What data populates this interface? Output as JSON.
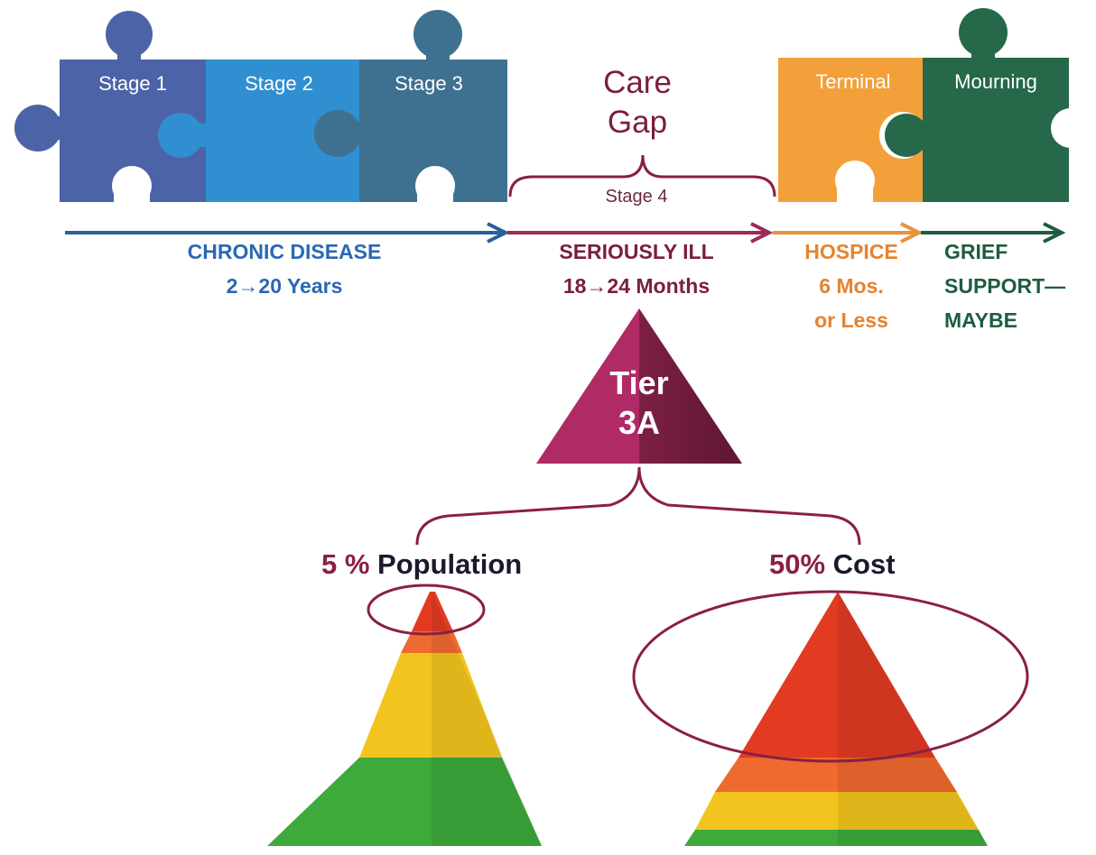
{
  "stages": [
    {
      "label": "Stage 1",
      "color": "#4d63a8"
    },
    {
      "label": "Stage 2",
      "color": "#2f8fd0"
    },
    {
      "label": "Stage 3",
      "color": "#3e7090"
    },
    {
      "label": "Terminal",
      "color": "#f3a03a"
    },
    {
      "label": "Mourning",
      "color": "#25684a"
    }
  ],
  "care_gap": {
    "title_line1": "Care",
    "title_line2": "Gap",
    "stage": "Stage 4"
  },
  "phases": [
    {
      "line1": "CHRONIC DISEASE",
      "line2": "2→20 Years",
      "color": "#2b68b4"
    },
    {
      "line1": "SERIOUSLY ILL",
      "line2": "18→24 Months",
      "color": "#7a1f3d"
    },
    {
      "line1": "HOSPICE",
      "line2": "6 Mos.",
      "line3": "or Less",
      "color": "#e6832e"
    },
    {
      "line1": "GRIEF",
      "line2": "SUPPORT—",
      "line3": "MAYBE",
      "color": "#1f5c3f"
    }
  ],
  "tier": {
    "line1": "Tier",
    "line2": "3A"
  },
  "population": {
    "num": "5 %",
    "word": "Population"
  },
  "cost": {
    "num": "50%",
    "word": "Cost"
  },
  "colors": {
    "accent": "#8a1f45",
    "blue_arrow": "#2b5f99",
    "maroon_arrow": "#a0285a",
    "orange_arrow": "#e8923a",
    "green_arrow": "#1f5c3f"
  }
}
